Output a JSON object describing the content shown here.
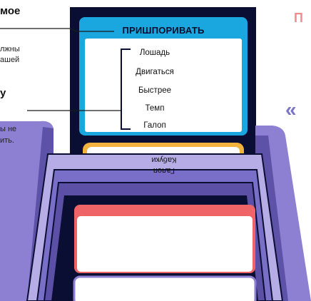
{
  "annotations": {
    "left_heading": "мое",
    "left_lines": [
      "лжны",
      "ашей"
    ],
    "left_heading2": "у",
    "left_lines2": [
      "ы не",
      "ить."
    ]
  },
  "right": {
    "letter": "П",
    "quote": "«"
  },
  "card": {
    "title": "ПРИШПОРИВАТЬ",
    "words": [
      "Лошадь",
      "Двигаться",
      "Быстрее",
      "Темп",
      "Галоп"
    ]
  },
  "back_card": {
    "words": [
      "Кабуки",
      "Галоп"
    ]
  },
  "colors": {
    "navy": "#0b0e33",
    "card_blue": "#1aa7df",
    "card_yellow": "#f3b33d",
    "card_red": "#ef6466",
    "box_purple": "#8d80d2",
    "box_purple_dark": "#5e52a8",
    "box_purple_light": "#b6ade6"
  }
}
